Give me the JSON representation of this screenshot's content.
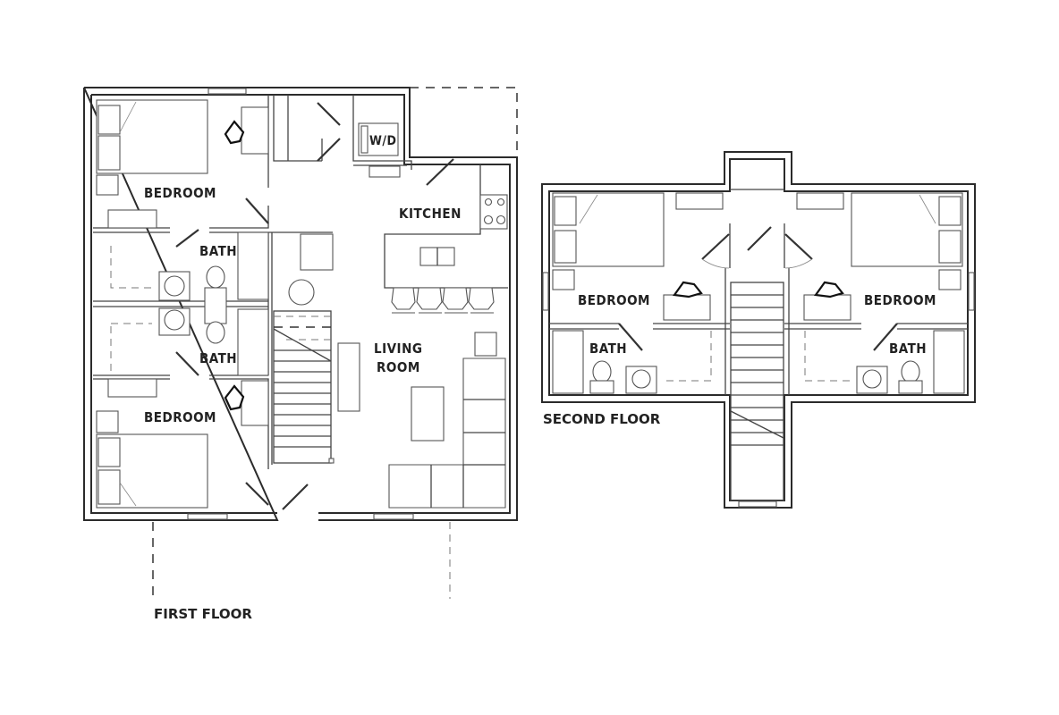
{
  "floors": {
    "first": {
      "title": "FIRST FLOOR",
      "rooms": {
        "bedroom_top": "BEDROOM",
        "bath_top": "BATH",
        "bath_bottom": "BATH",
        "bedroom_bottom": "BEDROOM",
        "kitchen": "KITCHEN",
        "living_line1": "LIVING",
        "living_line2": "ROOM",
        "washer_dryer": "W/D"
      }
    },
    "second": {
      "title": "SECOND FLOOR",
      "rooms": {
        "bedroom_left": "BEDROOM",
        "bath_left": "BATH",
        "bedroom_right": "BEDROOM",
        "bath_right": "BATH"
      }
    }
  },
  "colors": {
    "wall": "#2b2b2b",
    "background": "#ffffff",
    "text": "#222222"
  }
}
